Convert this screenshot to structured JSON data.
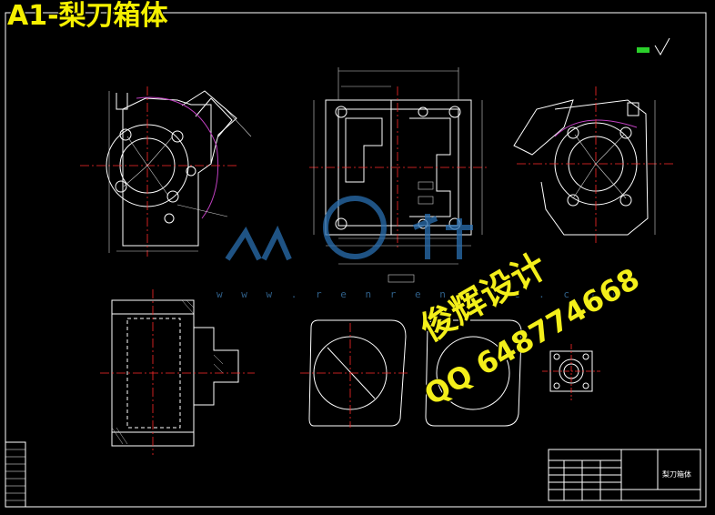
{
  "title": "A1-梨刀箱体",
  "stamp": {
    "name": "俊辉设计",
    "qq": "QQ 648774668"
  },
  "watermark": {
    "url": "w w w . r e n r e n d o c . c o m"
  },
  "title_block": {
    "part_name": "梨刀箱体"
  },
  "colors": {
    "background": "#000000",
    "frame": "#ffffff",
    "centerline": "#ff2a2a",
    "dimension": "#d8d8d8",
    "accent": "#2a6fb0",
    "stamp": "#f3ef1a",
    "magenta": "#c040c0"
  }
}
